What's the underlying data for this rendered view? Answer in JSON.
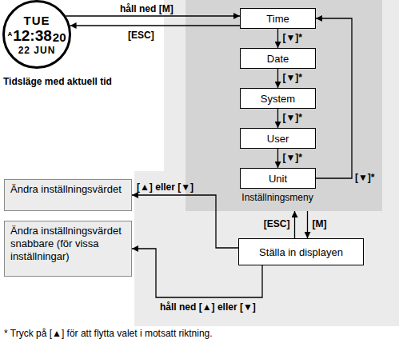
{
  "diagram": {
    "nodes": [
      {
        "text": [
          "TUE",
          "A",
          "12:38",
          "20",
          "22 JUN",
          "Tidsläge med aktuell tid"
        ]
      },
      {
        "text": [
          "Inställningsmeny"
        ]
      },
      {
        "text": [
          "Time"
        ],
        "in": 1
      },
      {
        "text": [
          "Date"
        ],
        "in": 1
      },
      {
        "text": [
          "System"
        ],
        "in": 1
      },
      {
        "text": [
          "User"
        ],
        "in": 1
      },
      {
        "text": [
          "Unit"
        ],
        "in": 1
      },
      {
        "text": [
          "Ställa in displayen"
        ]
      },
      {
        "text": [
          "Ändra inställningsvärdet"
        ]
      },
      {
        "text": [
          "Ändra inställningsvärdet snabbare (för vissa inställningar)"
        ]
      }
    ],
    "edges": [
      {
        "from": 0,
        "to": 2,
        "label": "håll ned [M]",
        "arrow": "to"
      },
      {
        "from": 2,
        "to": 0,
        "label": "[ESC]",
        "arrow": "to"
      },
      {
        "from": 2,
        "to": 3,
        "label": "[▼]*",
        "arrow": "to"
      },
      {
        "from": 3,
        "to": 4,
        "label": "[▼]*",
        "arrow": "to"
      },
      {
        "from": 4,
        "to": 5,
        "label": "[▼]*",
        "arrow": "to"
      },
      {
        "from": 5,
        "to": 6,
        "label": "[▼]*",
        "arrow": "to"
      },
      {
        "from": 6,
        "to": 2,
        "label": "[▼]*",
        "arrow": "to"
      },
      {
        "from": 7,
        "to": 1,
        "label": "[ESC]",
        "arrow": "to"
      },
      {
        "from": 1,
        "to": 7,
        "label": "[M]",
        "arrow": "to"
      },
      {
        "from": 7,
        "to": 8,
        "label": "[▲] eller [▼]",
        "arrow": "to"
      },
      {
        "from": 7,
        "to": 9,
        "label": "håll ned [▲] eller [▼]",
        "arrow": "to"
      }
    ],
    "labels": [
      "* Tryck på [▲] för att flytta valet i motsatt riktning."
    ]
  }
}
